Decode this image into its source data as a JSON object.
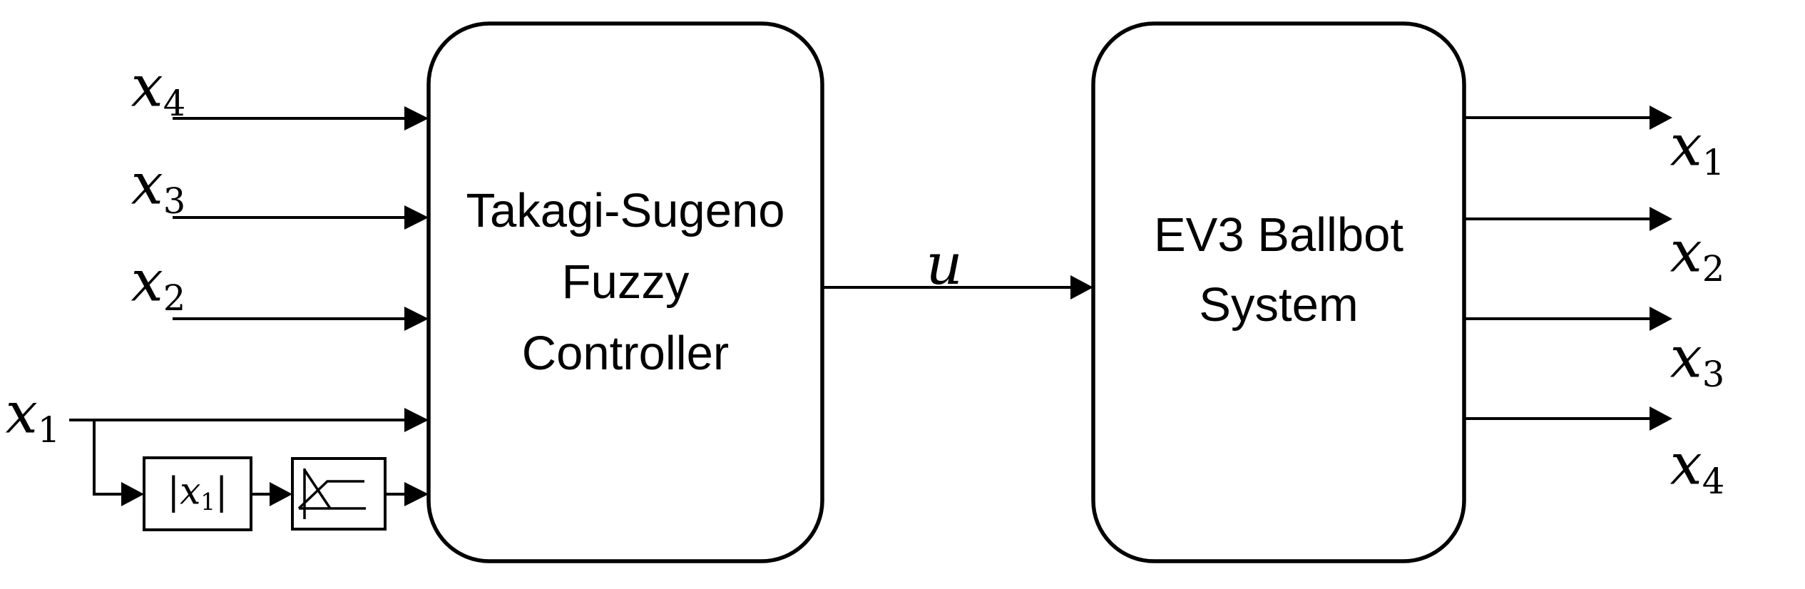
{
  "figure": {
    "background": "#ffffff",
    "ink": "#000000",
    "kind": "control-system-block-diagram"
  },
  "controller_block": {
    "lines": [
      "Takagi-Sugeno",
      "Fuzzy",
      "Controller"
    ]
  },
  "plant_block": {
    "lines": [
      "EV3 Ballbot",
      "System"
    ]
  },
  "abs_block": {
    "open_bar": "|",
    "base": "x",
    "sub": "1",
    "close_bar": "|"
  },
  "mf_block": {
    "icon": "membership-function-icon"
  },
  "labels": {
    "input_x4": {
      "base": "x",
      "sub": "4"
    },
    "input_x3": {
      "base": "x",
      "sub": "3"
    },
    "input_x2": {
      "base": "x",
      "sub": "2"
    },
    "input_x1": {
      "base": "x",
      "sub": "1"
    },
    "control_u": {
      "base": "u"
    },
    "output_x1": {
      "base": "x",
      "sub": "1"
    },
    "output_x2": {
      "base": "x",
      "sub": "2"
    },
    "output_x3": {
      "base": "x",
      "sub": "3"
    },
    "output_x4": {
      "base": "x",
      "sub": "4"
    }
  }
}
